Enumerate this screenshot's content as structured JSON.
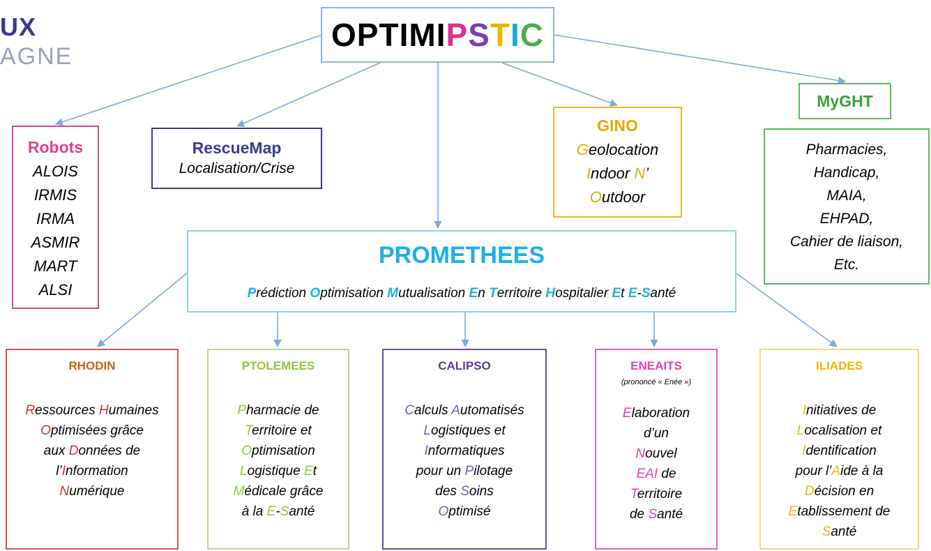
{
  "logo": {
    "line1": "UX",
    "line2": "AGNE"
  },
  "colors": {
    "optim_letters": [
      "#000000",
      "#000000",
      "#000000",
      "#000000",
      "#000000",
      "#000000",
      "#e0308f",
      "#7b3fb3",
      "#f0b400",
      "#1ba8e0",
      "#4cae4c"
    ],
    "arrow": "#7ea9d9",
    "robots": "#e0408f",
    "rescuemap": "#3a3a8c",
    "gino": "#e8a800",
    "myght": "#3aa03a",
    "promethees": "#1bb0e8",
    "rhodin_letter": "#d0342c",
    "ptolemees_letter": "#8cc63f",
    "calipso_letter": "#7a5ab8",
    "eneaits_letter": "#e040b0",
    "iliades_letter": "#f0b400"
  },
  "optimipstic": {
    "letters": [
      "O",
      "P",
      "T",
      "I",
      "M",
      "I",
      "P",
      "S",
      "T",
      "I",
      "C"
    ]
  },
  "robots": {
    "title": "Robots",
    "items": [
      "ALOIS",
      "IRMIS",
      "IRMA",
      "ASMIR",
      "MART",
      "ALSI"
    ]
  },
  "rescuemap": {
    "title": "RescueMap",
    "subtitle": "Localisation/Crise"
  },
  "gino": {
    "title": "GINO",
    "lines": [
      {
        "first": "G",
        "rest": "eolocation",
        "extra": "",
        "extra_rest": ""
      },
      {
        "first": "I",
        "rest": "ndoor ",
        "extra": "N",
        "extra_rest": "’"
      },
      {
        "first": "O",
        "rest": "utdoor",
        "extra": "",
        "extra_rest": ""
      }
    ]
  },
  "myght": {
    "title": "MyGHT",
    "items": [
      "Pharmacies,",
      "Handicap,",
      "MAIA,",
      "EHPAD,",
      "Cahier de liaison,",
      "Etc."
    ]
  },
  "promethees": {
    "title": "PROMETHEES",
    "words": [
      {
        "first": "P",
        "rest": "rédiction "
      },
      {
        "first": "O",
        "rest": "ptimisation "
      },
      {
        "first": "M",
        "rest": "utualisation "
      },
      {
        "first": "E",
        "rest": "n "
      },
      {
        "first": "T",
        "rest": "erritoire "
      },
      {
        "first": "H",
        "rest": "ospitalier "
      },
      {
        "first": "E",
        "rest": "t "
      },
      {
        "first": "E",
        "rest": "-"
      },
      {
        "first": "S",
        "rest": "anté"
      }
    ]
  },
  "rhodin": {
    "title": "RHODIN",
    "lines": [
      [
        {
          "hl": "R",
          "txt": "essources "
        },
        {
          "hl": "H",
          "txt": "umaines"
        }
      ],
      [
        {
          "hl": "O",
          "txt": "ptimisées grâce"
        }
      ],
      [
        {
          "hl": "",
          "txt": "aux "
        },
        {
          "hl": "D",
          "txt": "onnées de"
        }
      ],
      [
        {
          "hl": "",
          "txt": "l’"
        },
        {
          "hl": "I",
          "txt": "nformation"
        }
      ],
      [
        {
          "hl": "N",
          "txt": "umérique"
        }
      ]
    ]
  },
  "ptolemees": {
    "title": "PTOLEMEES",
    "lines": [
      [
        {
          "hl": "P",
          "txt": "harmacie de"
        }
      ],
      [
        {
          "hl": "T",
          "txt": "erritoire et"
        }
      ],
      [
        {
          "hl": "O",
          "txt": "ptimisation"
        }
      ],
      [
        {
          "hl": "L",
          "txt": "ogistique "
        },
        {
          "hl": "E",
          "txt": "t"
        }
      ],
      [
        {
          "hl": "M",
          "txt": "édicale grâce"
        }
      ],
      [
        {
          "hl": "",
          "txt": "à la "
        },
        {
          "hl": "E",
          "txt": "-"
        },
        {
          "hl": "S",
          "txt": "anté"
        }
      ]
    ]
  },
  "calipso": {
    "title": "CALIPSO",
    "lines": [
      [
        {
          "hl": "C",
          "txt": "alculs "
        },
        {
          "hl": "A",
          "txt": "utomatisés"
        }
      ],
      [
        {
          "hl": "L",
          "txt": "ogistiques et"
        }
      ],
      [
        {
          "hl": "I",
          "txt": "nformatiques"
        }
      ],
      [
        {
          "hl": "",
          "txt": "pour un "
        },
        {
          "hl": "P",
          "txt": "ilotage"
        }
      ],
      [
        {
          "hl": "",
          "txt": "des "
        },
        {
          "hl": "S",
          "txt": "oins"
        }
      ],
      [
        {
          "hl": "O",
          "txt": "ptimisé"
        }
      ]
    ]
  },
  "eneaits": {
    "title": "ENEAITS",
    "note": "(prononcé « Enée »)",
    "lines": [
      [
        {
          "hl": "E",
          "txt": "laboration"
        }
      ],
      [
        {
          "hl": "",
          "txt": "d’un"
        }
      ],
      [
        {
          "hl": "N",
          "txt": "ouvel"
        }
      ],
      [
        {
          "hl": "EAI",
          "txt": " de"
        }
      ],
      [
        {
          "hl": "T",
          "txt": "erritoire"
        }
      ],
      [
        {
          "hl": "",
          "txt": "de "
        },
        {
          "hl": "S",
          "txt": "anté"
        }
      ]
    ]
  },
  "iliades": {
    "title": "ILIADES",
    "lines": [
      [
        {
          "hl": "I",
          "txt": "nitiatives de"
        }
      ],
      [
        {
          "hl": "L",
          "txt": "ocalisation et"
        }
      ],
      [
        {
          "hl": "I",
          "txt": "dentification"
        }
      ],
      [
        {
          "hl": "",
          "txt": "pour l’"
        },
        {
          "hl": "A",
          "txt": "ide à la"
        }
      ],
      [
        {
          "hl": "D",
          "txt": "écision en"
        }
      ],
      [
        {
          "hl": "E",
          "txt": "tablissement de"
        }
      ],
      [
        {
          "hl": "S",
          "txt": "anté"
        }
      ]
    ]
  }
}
